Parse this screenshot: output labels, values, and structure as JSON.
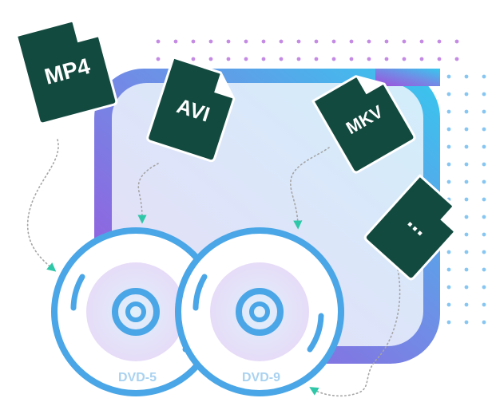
{
  "files": [
    {
      "id": "mp4",
      "label": "MP4"
    },
    {
      "id": "avi",
      "label": "AVI"
    },
    {
      "id": "mkv",
      "label": "MKV"
    },
    {
      "id": "more",
      "label": "..."
    }
  ],
  "discs": [
    {
      "id": "dvd5",
      "label": "DVD-5"
    },
    {
      "id": "dvd9",
      "label": "DVD-9"
    }
  ],
  "colors": {
    "file_fill": "#134a3f",
    "file_fold": "#ffffff",
    "frame_start": "#a24ddc",
    "frame_end": "#36c8ee",
    "disc_ring": "#4aa6e6",
    "disc_label": "#a9d2f0",
    "arrow": "#2ec7a8",
    "dots_top": "#c48ae4",
    "dots_right": "#86c6f2"
  }
}
